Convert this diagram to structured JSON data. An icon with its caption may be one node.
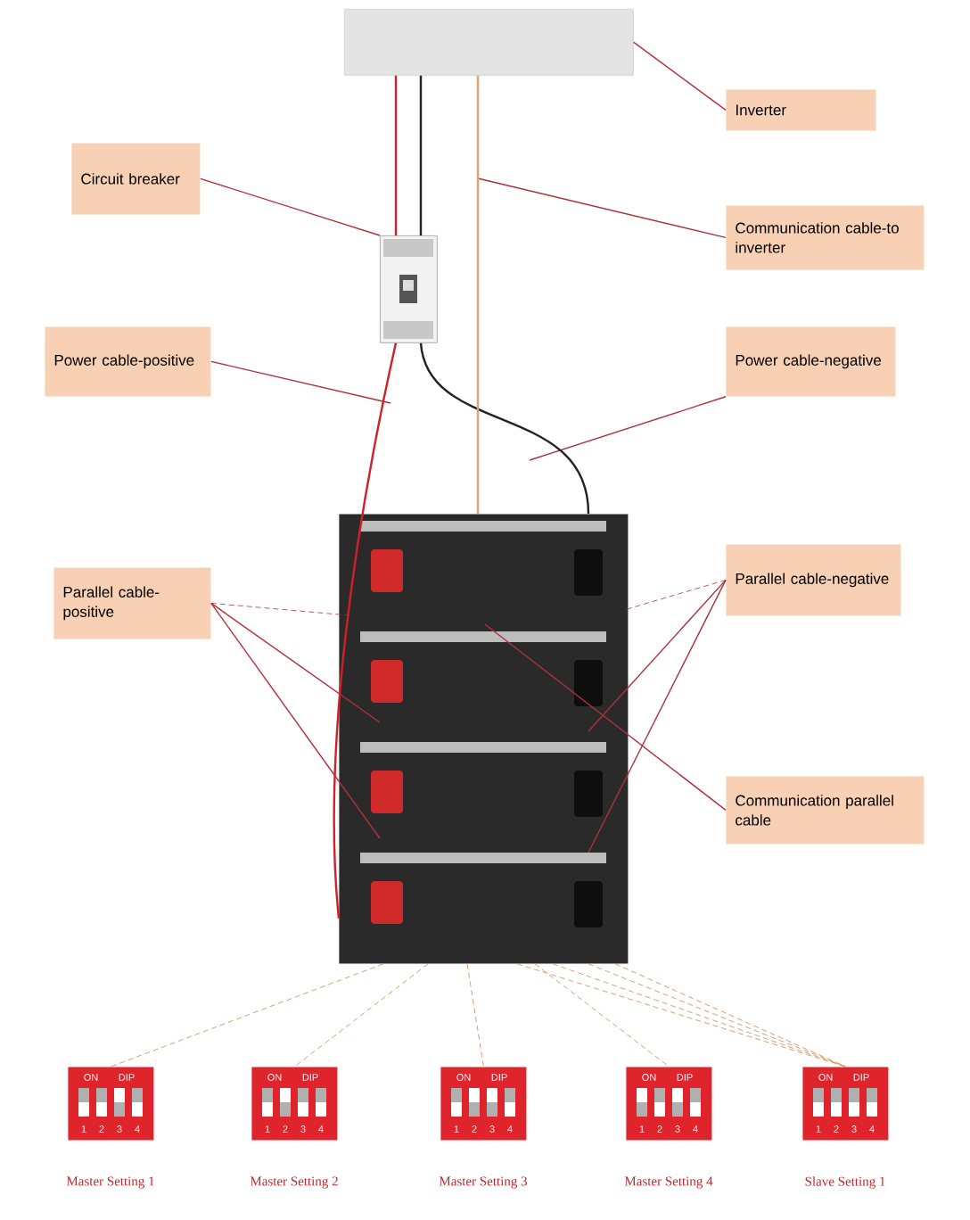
{
  "diagram": {
    "nodes": [
      {
        "text": [],
        "shape": "box"
      },
      {
        "text": [
          "Inverter"
        ]
      },
      {
        "text": [
          "Circuit breaker"
        ]
      },
      {
        "text": [],
        "shape": "picture"
      },
      {
        "text": [
          "Communication cable-to inverter"
        ]
      },
      {
        "text": [
          "Power cable-positive"
        ]
      },
      {
        "text": [
          "Power cable-negative"
        ]
      },
      {
        "text": [],
        "shape": "picture"
      },
      {
        "text": [
          "Parallel cable-positive"
        ]
      },
      {
        "text": [
          "Parallel cable-negative"
        ]
      },
      {
        "text": [
          "Communication parallel cable"
        ]
      },
      {
        "text": [
          "ON",
          "DIP",
          "1",
          "2",
          "3",
          "4"
        ],
        "beside": [
          "Master Setting 1"
        ]
      },
      {
        "text": [
          "ON",
          "DIP",
          "1",
          "2",
          "3",
          "4"
        ],
        "beside": [
          "Master Setting 2"
        ]
      },
      {
        "text": [
          "ON",
          "DIP",
          "1",
          "2",
          "3",
          "4"
        ],
        "beside": [
          "Master Setting 3"
        ]
      },
      {
        "text": [
          "ON",
          "DIP",
          "1",
          "2",
          "3",
          "4"
        ],
        "beside": [
          "Master Setting 4"
        ]
      },
      {
        "text": [
          "ON",
          "DIP",
          "1",
          "2",
          "3",
          "4"
        ],
        "beside": [
          "Slave Setting 1"
        ]
      }
    ],
    "edges": [
      {
        "from": 1,
        "to": 0,
        "arrow": "none"
      },
      {
        "from": 2,
        "to": 3,
        "arrow": "none"
      },
      {
        "from": 4,
        "to": null,
        "arrow": "none"
      },
      {
        "from": 5,
        "to": null,
        "arrow": "none"
      },
      {
        "from": 6,
        "to": null,
        "arrow": "none"
      },
      {
        "from": 8,
        "to": 7,
        "arrow": "none",
        "style": "dashed"
      },
      {
        "from": 8,
        "to": 7,
        "arrow": "none"
      },
      {
        "from": 8,
        "to": 7,
        "arrow": "none"
      },
      {
        "from": 9,
        "to": 7,
        "arrow": "none",
        "style": "dashed"
      },
      {
        "from": 9,
        "to": 7,
        "arrow": "none"
      },
      {
        "from": 9,
        "to": 7,
        "arrow": "none"
      },
      {
        "from": 10,
        "to": 7,
        "arrow": "none"
      },
      {
        "from": 0,
        "to": 3,
        "arrow": "none",
        "color": "#d0202a"
      },
      {
        "from": 0,
        "to": 3,
        "arrow": "none",
        "color": "#222222"
      },
      {
        "from": 3,
        "to": 7,
        "arrow": "none",
        "color": "#d0202a"
      },
      {
        "from": 3,
        "to": 7,
        "arrow": "none",
        "color": "#222222"
      },
      {
        "from": 0,
        "to": 7,
        "arrow": "none",
        "color": "#e0a070"
      },
      {
        "from": 7,
        "to": 11,
        "arrow": "none",
        "style": "dashed",
        "color": "#c9874a"
      },
      {
        "from": 7,
        "to": 12,
        "arrow": "none",
        "style": "dashed",
        "color": "#c9874a"
      },
      {
        "from": 7,
        "to": 13,
        "arrow": "none",
        "style": "dashed",
        "color": "#c9874a"
      },
      {
        "from": 7,
        "to": 14,
        "arrow": "none",
        "style": "dashed",
        "color": "#c9874a"
      },
      {
        "from": 7,
        "to": 15,
        "arrow": "none",
        "style": "dashed",
        "color": "#c9874a"
      },
      {
        "from": 7,
        "to": 15,
        "arrow": "none",
        "style": "dashed",
        "color": "#c9874a"
      },
      {
        "from": 7,
        "to": 15,
        "arrow": "none",
        "style": "dashed",
        "color": "#c9874a"
      },
      {
        "from": 7,
        "to": 15,
        "arrow": "none",
        "style": "dashed",
        "color": "#c9874a"
      }
    ]
  }
}
